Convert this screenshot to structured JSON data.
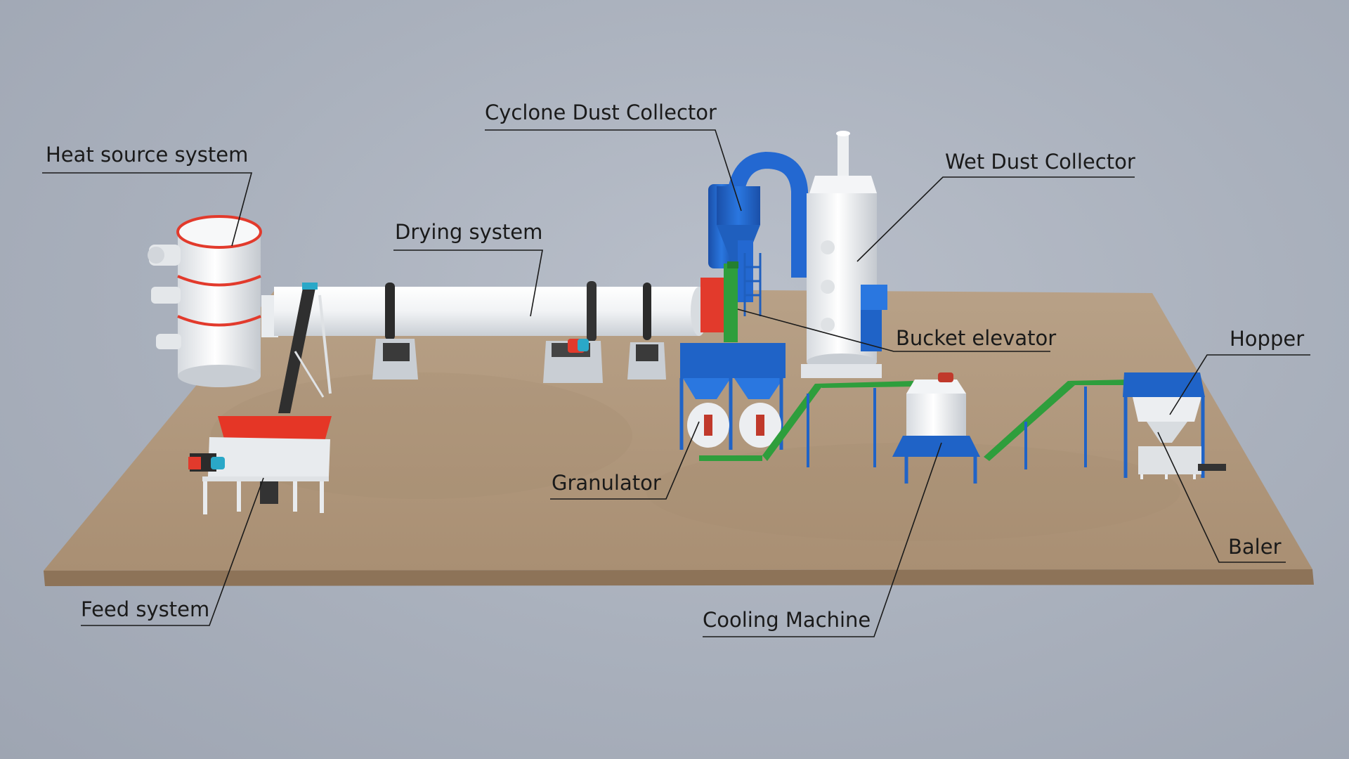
{
  "labels": {
    "heat_source": "Heat source system",
    "drying": "Drying system",
    "cyclone": "Cyclone Dust Collector",
    "wet_dust": "Wet Dust Collector",
    "bucket_elevator": "Bucket elevator",
    "hopper": "Hopper",
    "granulator": "Granulator",
    "baler": "Baler",
    "cooling": "Cooling Machine",
    "feed": "Feed system"
  },
  "colors": {
    "background": "#a9b0bc",
    "floor": "#b59d82",
    "equipment_white": "#eef0f2",
    "accent_red": "#e23a2c",
    "accent_blue": "#1f63c7",
    "conveyor_green": "#2e9e3c",
    "leader_line": "#1a1a1a"
  }
}
